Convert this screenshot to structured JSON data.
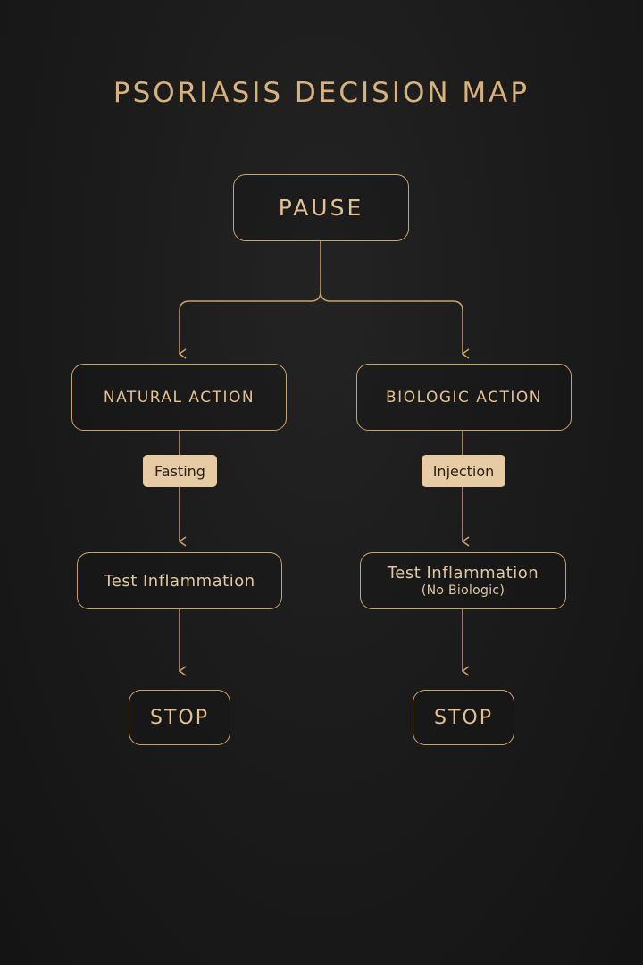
{
  "title": "PSORIASIS DECISION MAP",
  "nodes": {
    "pause": "PAUSE",
    "natural_action": "NATURAL ACTION",
    "biologic_action": "BIOLOGIC ACTION",
    "test_left": "Test Inflammation",
    "test_right": "Test Inflammation",
    "test_right_note": "(No Biologic)",
    "stop_left": "STOP",
    "stop_right": "STOP"
  },
  "edge_labels": {
    "natural": "Fasting",
    "biologic": "Injection"
  },
  "colors": {
    "background": "#1a1a1a",
    "accent": "#c9a46a",
    "text": "#e2c192",
    "badge": "#e6cba5"
  }
}
